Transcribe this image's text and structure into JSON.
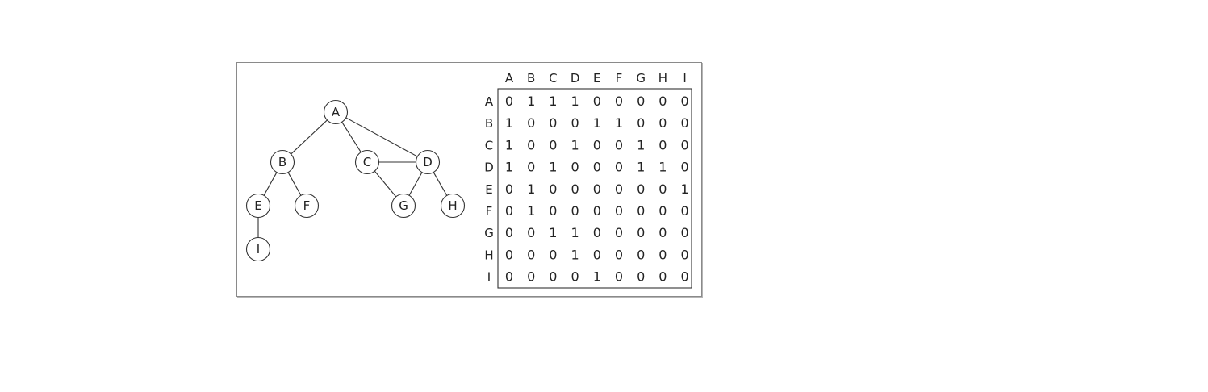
{
  "graph": {
    "nodes": [
      {
        "id": "A",
        "label": "A"
      },
      {
        "id": "B",
        "label": "B"
      },
      {
        "id": "C",
        "label": "C"
      },
      {
        "id": "D",
        "label": "D"
      },
      {
        "id": "E",
        "label": "E"
      },
      {
        "id": "F",
        "label": "F"
      },
      {
        "id": "G",
        "label": "G"
      },
      {
        "id": "H",
        "label": "H"
      },
      {
        "id": "I",
        "label": "I"
      }
    ],
    "edges": [
      [
        "A",
        "B"
      ],
      [
        "A",
        "C"
      ],
      [
        "A",
        "D"
      ],
      [
        "B",
        "E"
      ],
      [
        "B",
        "F"
      ],
      [
        "C",
        "D"
      ],
      [
        "C",
        "G"
      ],
      [
        "D",
        "G"
      ],
      [
        "D",
        "H"
      ],
      [
        "E",
        "I"
      ]
    ]
  },
  "matrix": {
    "col_headers": [
      "A",
      "B",
      "C",
      "D",
      "E",
      "F",
      "G",
      "H",
      "I"
    ],
    "row_headers": [
      "A",
      "B",
      "C",
      "D",
      "E",
      "F",
      "G",
      "H",
      "I"
    ],
    "rows": [
      [
        "0",
        "1",
        "1",
        "1",
        "0",
        "0",
        "0",
        "0",
        "0"
      ],
      [
        "1",
        "0",
        "0",
        "0",
        "1",
        "1",
        "0",
        "0",
        "0"
      ],
      [
        "1",
        "0",
        "0",
        "1",
        "0",
        "0",
        "1",
        "0",
        "0"
      ],
      [
        "1",
        "0",
        "1",
        "0",
        "0",
        "0",
        "1",
        "1",
        "0"
      ],
      [
        "0",
        "1",
        "0",
        "0",
        "0",
        "0",
        "0",
        "0",
        "1"
      ],
      [
        "0",
        "1",
        "0",
        "0",
        "0",
        "0",
        "0",
        "0",
        "0"
      ],
      [
        "0",
        "0",
        "1",
        "1",
        "0",
        "0",
        "0",
        "0",
        "0"
      ],
      [
        "0",
        "0",
        "0",
        "1",
        "0",
        "0",
        "0",
        "0",
        "0"
      ],
      [
        "0",
        "0",
        "0",
        "0",
        "1",
        "0",
        "0",
        "0",
        "0"
      ]
    ]
  }
}
